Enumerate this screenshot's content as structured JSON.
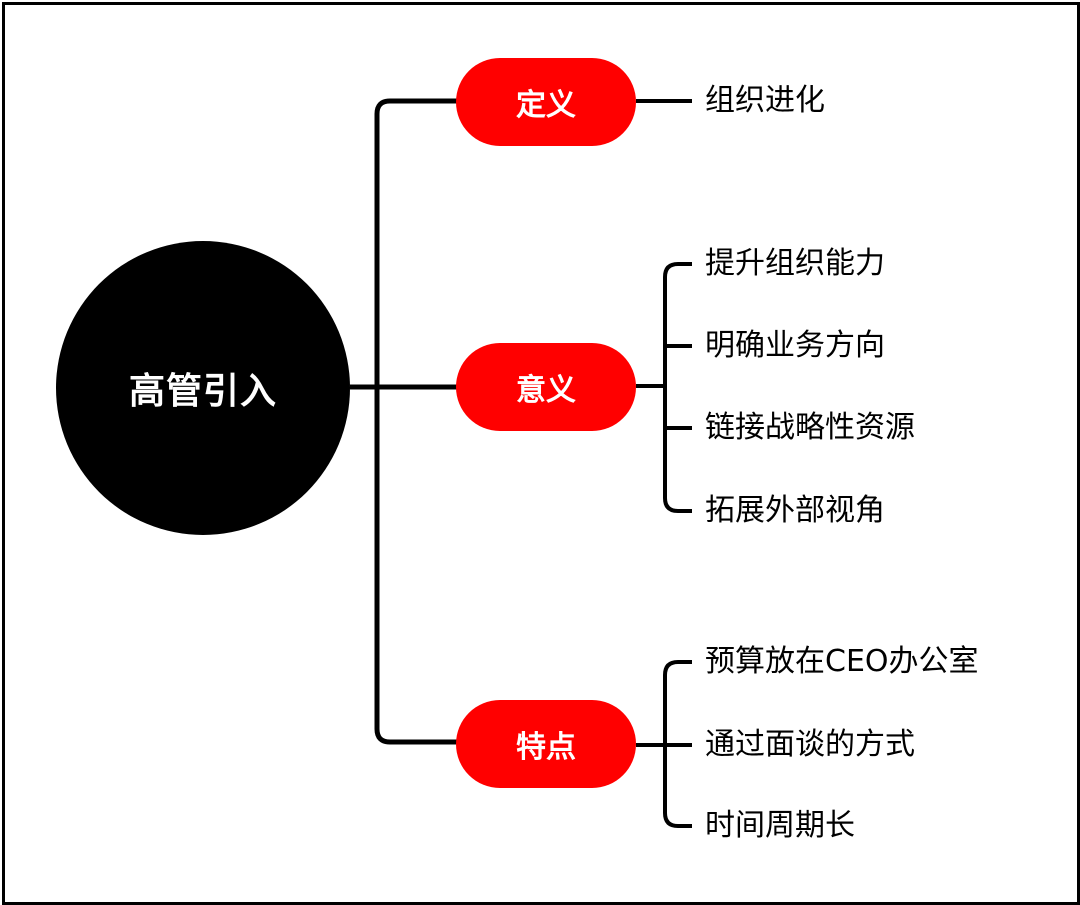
{
  "root": {
    "label": "高管引入"
  },
  "branches": [
    {
      "label": "定义",
      "items": [
        "组织进化"
      ]
    },
    {
      "label": "意义",
      "items": [
        "提升组织能力",
        "明确业务方向",
        "链接战略性资源",
        "拓展外部视角"
      ]
    },
    {
      "label": "特点",
      "items": [
        "预算放在CEO办公室",
        "通过面谈的方式",
        "时间周期长"
      ]
    }
  ],
  "colors": {
    "root": "#000000",
    "branch": "#ff0000",
    "line": "#000000",
    "text": "#000000",
    "branch_text": "#ffffff"
  }
}
